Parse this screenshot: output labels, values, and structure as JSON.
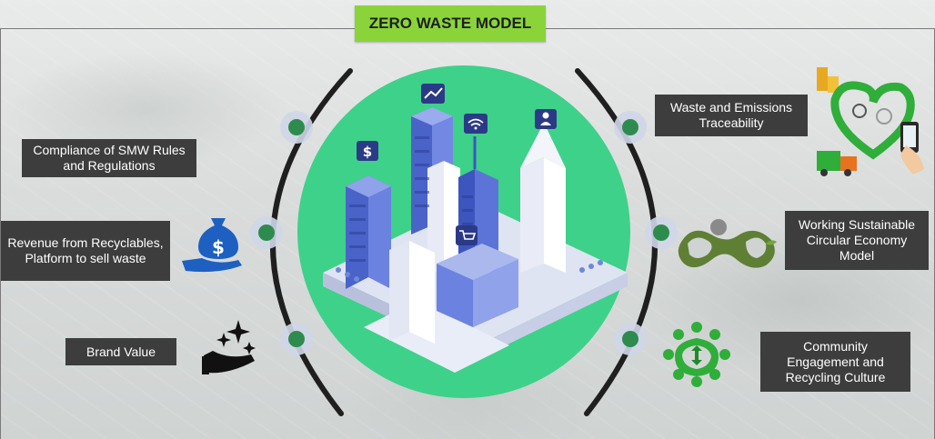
{
  "title": "ZERO WASTE MODEL",
  "left_items": [
    {
      "label": "Compliance of SMW Rules and Regulations"
    },
    {
      "label": "Revenue from Recyclables, Platform to sell waste"
    },
    {
      "label": "Brand Value"
    }
  ],
  "right_items": [
    {
      "label": "Waste and Emissions Traceability"
    },
    {
      "label": "Working Sustainable Circular Economy Model"
    },
    {
      "label": "Community Engagement and Recycling Culture"
    }
  ],
  "colors": {
    "title_bg": "#8ad43a",
    "circle": "#3ed18a",
    "label_bg": "#3d3d3d",
    "node_dot": "#2e8b4e",
    "icon_blue": "#1e5fc2",
    "icon_green": "#2fae3a"
  },
  "icons": [
    "money-bag-hand-icon",
    "sparkle-hand-icon",
    "smart-recycling-heart-icon",
    "infinity-circular-icon",
    "community-recycle-icon"
  ]
}
